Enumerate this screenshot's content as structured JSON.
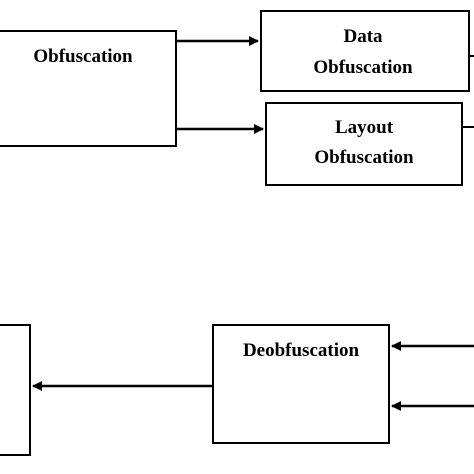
{
  "diagram": {
    "nodes": {
      "obfuscation": {
        "label": "Obfuscation"
      },
      "data_obfuscation": {
        "line1": "Data",
        "line2": "Obfuscation"
      },
      "layout_obfuscation": {
        "line1": "Layout",
        "line2": "Obfuscation"
      },
      "deobfuscation": {
        "label": "Deobfuscation"
      }
    },
    "colors": {
      "stroke": "#000000",
      "fill": "#ffffff",
      "text": "#000000"
    }
  }
}
